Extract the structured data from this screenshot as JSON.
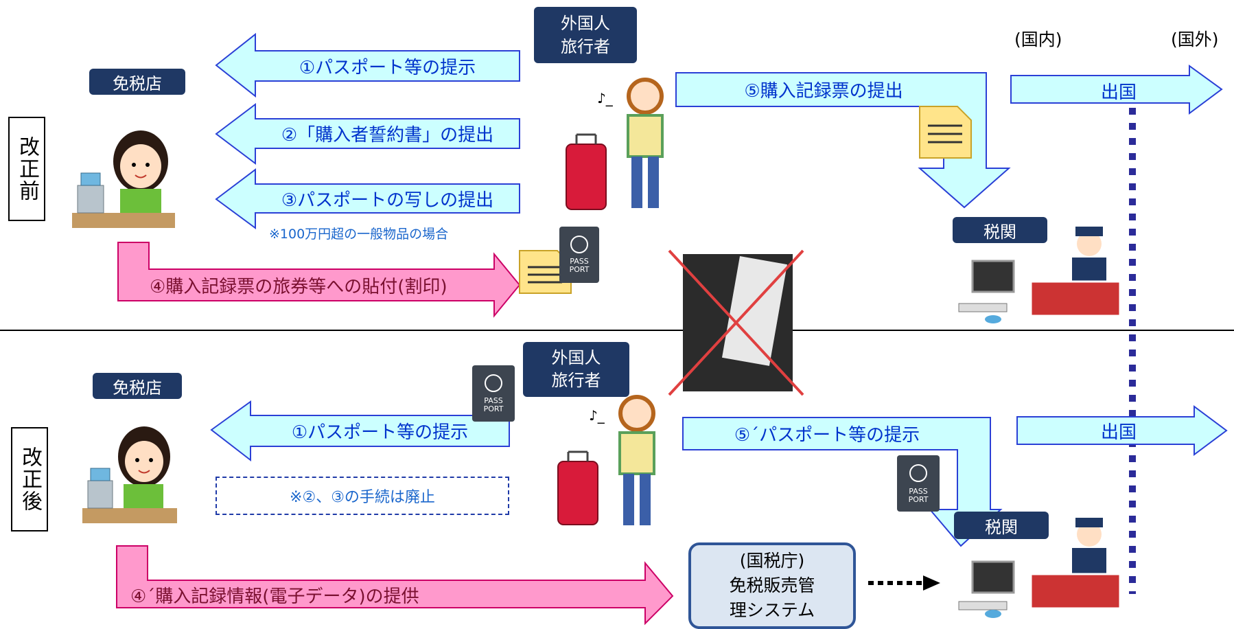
{
  "header": {
    "domestic": "(国内)",
    "abroad": "(国外)"
  },
  "before": {
    "side_label": "改正前",
    "shop_tag": "免税店",
    "traveler_tag": [
      "外国人",
      "旅行者"
    ],
    "step1": "①パスポート等の提示",
    "step2": "②「購入者誓約書」の提出",
    "step3": "③パスポートの写しの提出",
    "step3_note": "※100万円超の一般物品の場合",
    "step4": "④購入記録票の旅券等への貼付(割印)",
    "step5": "⑤購入記録票の提出",
    "departure": "出国",
    "customs_tag": "税関"
  },
  "after": {
    "side_label": "改正後",
    "shop_tag": "免税店",
    "traveler_tag": [
      "外国人",
      "旅行者"
    ],
    "step1": "①パスポート等の提示",
    "abolished_note": "※②、③の手続は廃止",
    "step4": "④´購入記録情報(電子データ)の提供",
    "step5": "⑤´パスポート等の提示",
    "departure": "出国",
    "customs_tag": "税関",
    "nta_system": [
      "(国税庁)",
      "免税販売管",
      "理システム"
    ]
  },
  "passport_label": [
    "PASS",
    "PORT"
  ],
  "colors": {
    "navy": "#1f3864",
    "arrow_fill": "#ccffff",
    "arrow_stroke": "#2a3fd6",
    "pink": "#ff99cc",
    "pink_stroke": "#cc0066",
    "border_dots": "#2b2b99"
  }
}
